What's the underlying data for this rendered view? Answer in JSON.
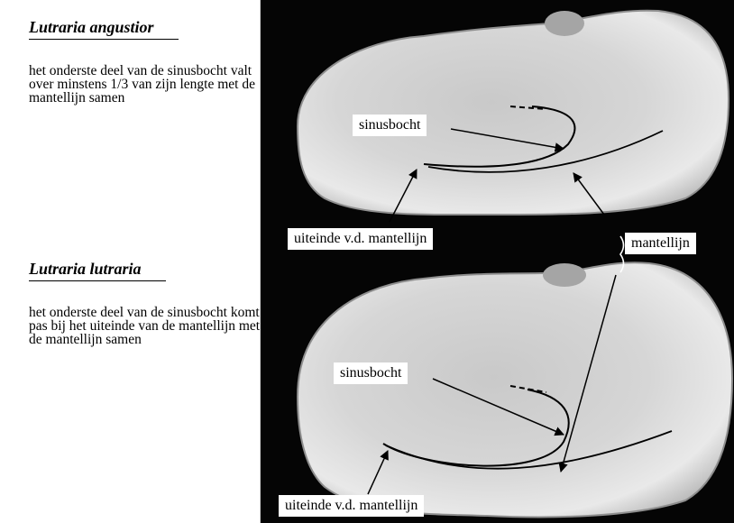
{
  "species": [
    {
      "name": "Lutraria angustior",
      "description": "het onderste deel van de sinusbocht valt over minstens 1/3 van zijn lengte met de mantellijn samen"
    },
    {
      "name": "Lutraria lutraria",
      "description": "het onderste deel van de sinusbocht komt pas bij het uiteinde van de mantellijn met de mantellijn samen"
    }
  ],
  "labels": {
    "top_sinusbocht": "sinusbocht",
    "top_uiteinde": "uiteinde v.d. mantellijn",
    "mantellijn": "mantellijn",
    "bottom_sinusbocht": "sinusbocht",
    "bottom_uiteinde": "uiteinde v.d. mantellijn"
  },
  "colors": {
    "background": "#050505",
    "shell": "#d9d9d9",
    "annotation_line": "#000000",
    "label_box": "#ffffff"
  }
}
